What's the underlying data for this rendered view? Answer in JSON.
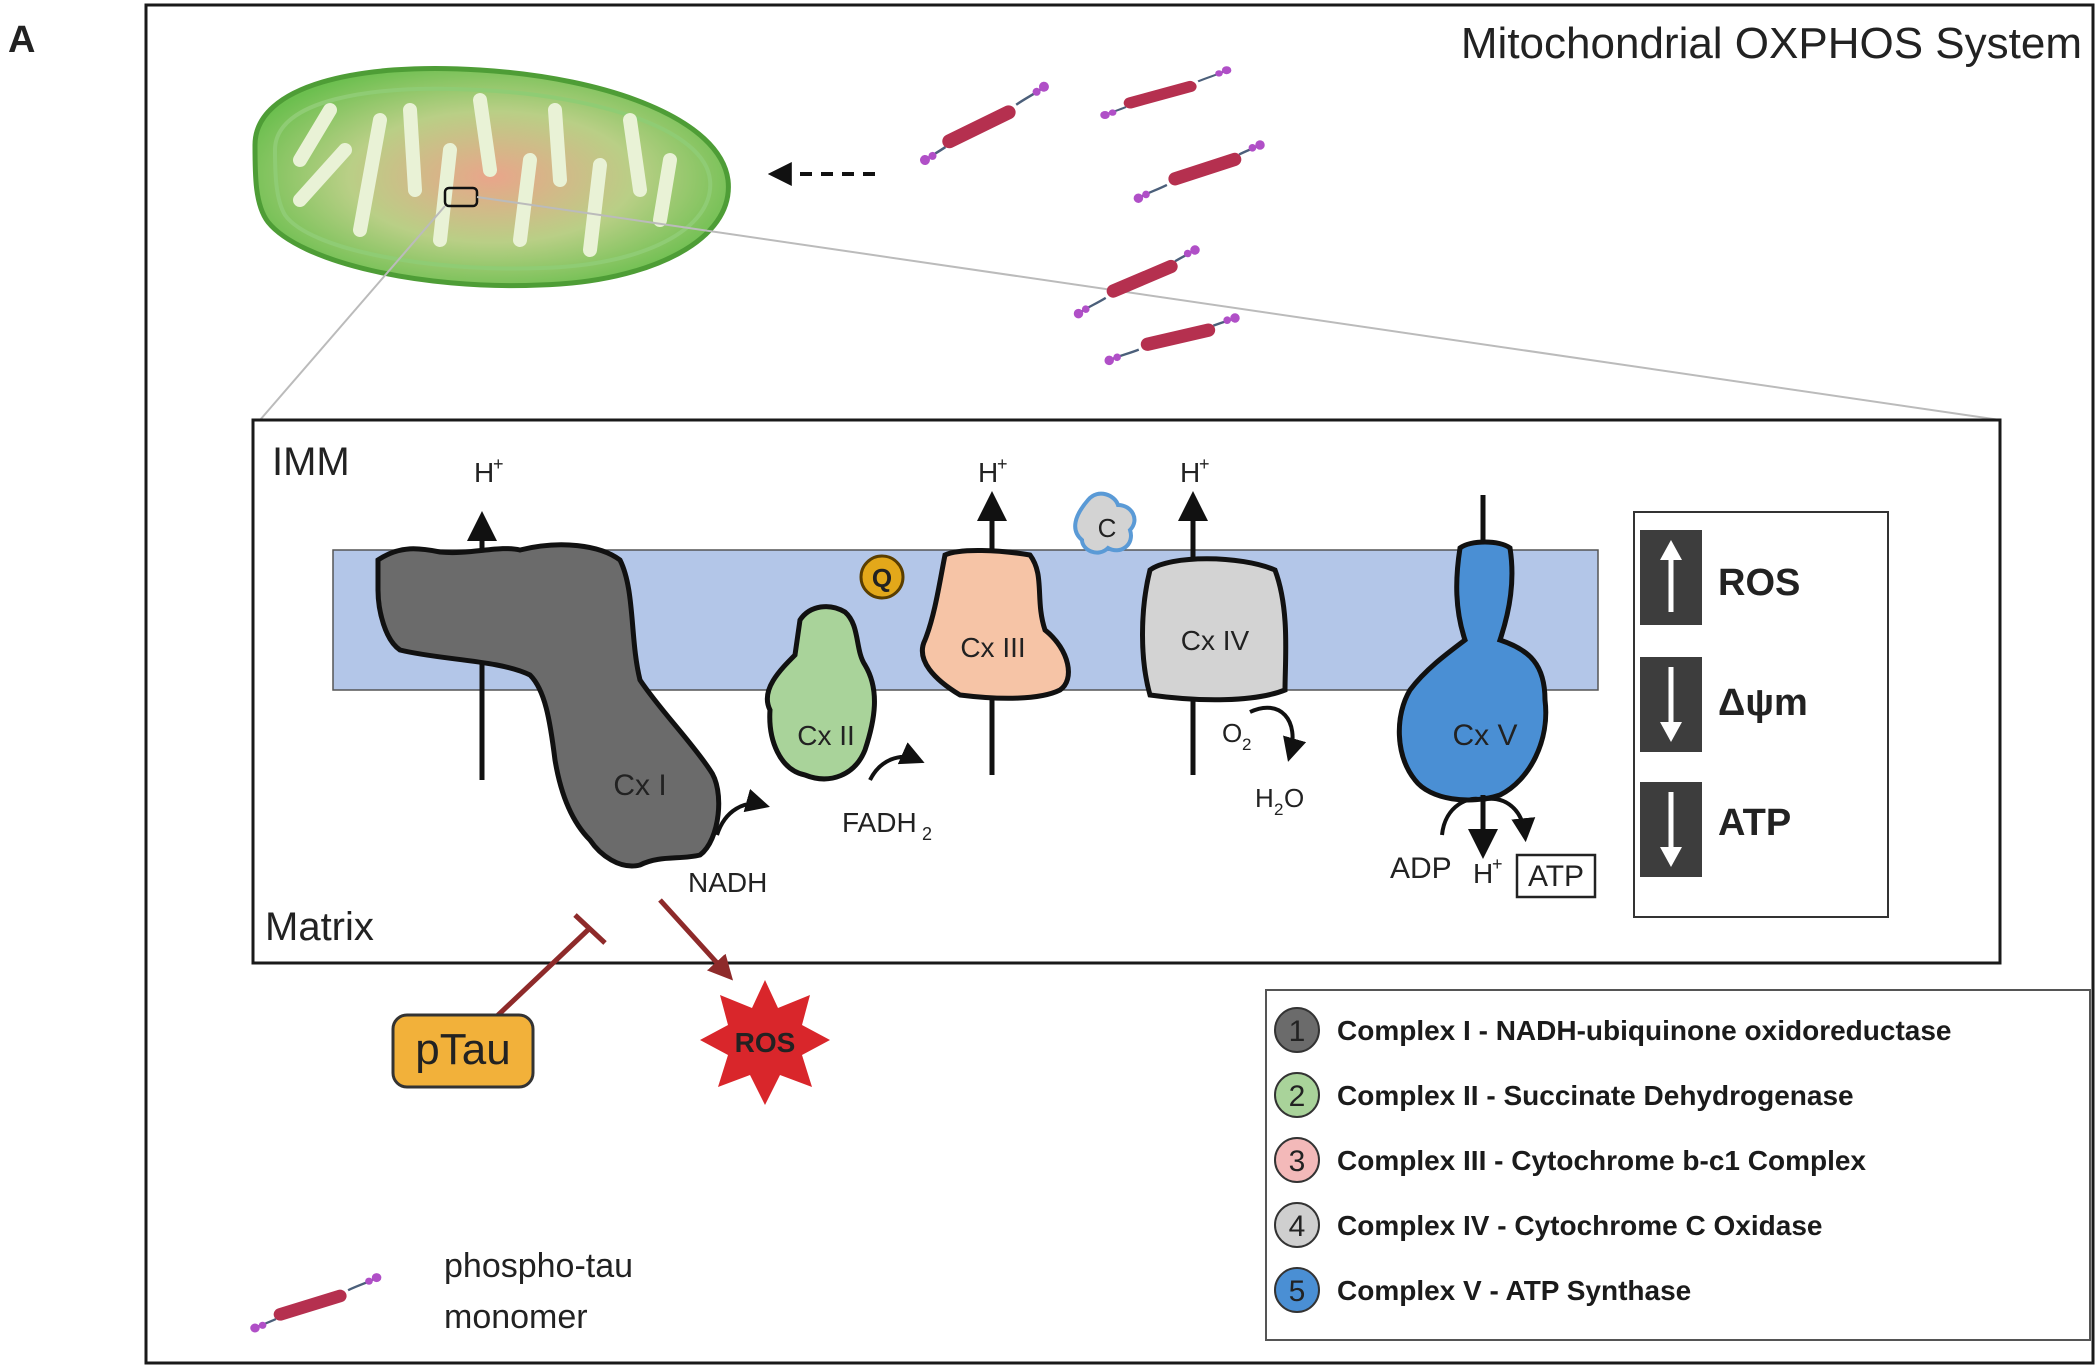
{
  "panel_label": "A",
  "title": "Mitochondrial OXPHOS System",
  "membrane": {
    "top_label": "IMM",
    "bottom_label": "Matrix"
  },
  "complexes": [
    {
      "id": "cx1",
      "label": "Cx I",
      "color": "#6b6b6b"
    },
    {
      "id": "cx2",
      "label": "Cx II",
      "color": "#a9d39a"
    },
    {
      "id": "cx3",
      "label": "Cx III",
      "color": "#f6c4a6"
    },
    {
      "id": "cx4",
      "label": "Cx IV",
      "color": "#d3d3d3"
    },
    {
      "id": "cx5",
      "label": "Cx V",
      "color": "#4a8fd4"
    }
  ],
  "carriers": {
    "q": "Q",
    "c": "C"
  },
  "proton": "H",
  "proton_sup": "+",
  "reactions": {
    "nadh": "NADH",
    "fadh2": "FADH",
    "fadh2_sub": "2",
    "o2": "O",
    "o2_sub": "2",
    "h2o_h": "H",
    "h2o_sub": "2",
    "h2o_o": "O",
    "adp": "ADP",
    "atp": "ATP"
  },
  "indicators": [
    {
      "label": "ROS",
      "direction": "up"
    },
    {
      "label": "Δψm",
      "direction": "down"
    },
    {
      "label": "ATP",
      "direction": "down"
    }
  ],
  "indicator_color": "#b22a2a",
  "ptau_label": "pTau",
  "ros_label": "ROS",
  "legend": [
    {
      "num": "1",
      "text": "Complex I - NADH-ubiquinone oxidoreductase",
      "color": "#6b6b6b"
    },
    {
      "num": "2",
      "text": "Complex II - Succinate Dehydrogenase",
      "color": "#a9d39a"
    },
    {
      "num": "3",
      "text": "Complex III - Cytochrome b-c1 Complex",
      "color": "#f3b9b9"
    },
    {
      "num": "4",
      "text": "Complex IV - Cytochrome C Oxidase",
      "color": "#cfcfcf"
    },
    {
      "num": "5",
      "text": "Complex V - ATP Synthase",
      "color": "#4a8fd4"
    }
  ],
  "key": {
    "line1": "phospho-tau",
    "line2": "monomer"
  },
  "colors": {
    "membrane": "#b3c6e8",
    "tau_body": "#b5304f",
    "tau_phospho": "#b04fc7",
    "ptau_fill": "#f2b13a",
    "ros_fill": "#d9262b"
  }
}
